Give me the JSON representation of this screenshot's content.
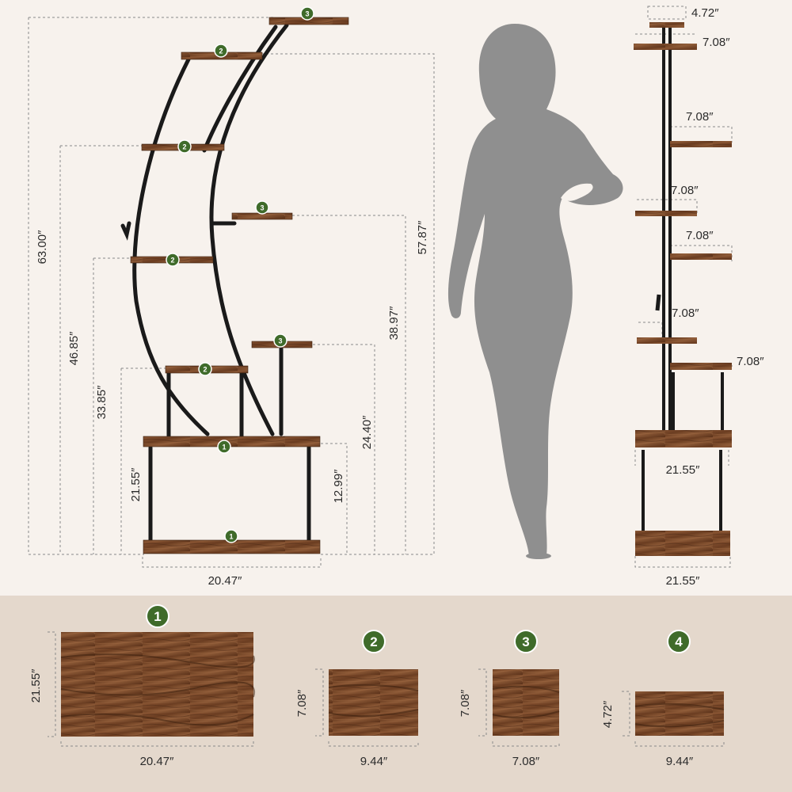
{
  "colors": {
    "background": "#f7f2ed",
    "bottom_band": "#e4d8cc",
    "wood": "#7a4a2b",
    "wood_dark": "#4e2c16",
    "metal": "#1a1a1a",
    "badge": "#3f6b2a",
    "silhouette": "#8f8f8f",
    "dash": "#8a8a8a"
  },
  "front_view": {
    "total_height": "63.00″",
    "height_46": "46.85″",
    "height_33": "33.85″",
    "height_21": "21.55″",
    "height_57": "57.87″",
    "height_38": "38.97″",
    "height_24": "24.40″",
    "height_12": "12.99″",
    "width": "20.47″",
    "shelf_badges": [
      "3",
      "2",
      "2",
      "3",
      "2",
      "3",
      "2",
      "1",
      "1"
    ]
  },
  "side_view": {
    "top_size": "4.72″",
    "shelf_sizes": [
      "7.08″",
      "7.08″",
      "7.08″",
      "7.08″",
      "7.08″",
      "7.08″"
    ],
    "mid_depth": "21.55″",
    "base_depth": "21.55″"
  },
  "panels": [
    {
      "badge": "1",
      "height": "21.55″",
      "width": "20.47″"
    },
    {
      "badge": "2",
      "height": "7.08″",
      "width": "9.44″"
    },
    {
      "badge": "3",
      "height": "7.08″",
      "width": "7.08″"
    },
    {
      "badge": "4",
      "height": "4.72″",
      "width": "9.44″"
    }
  ]
}
